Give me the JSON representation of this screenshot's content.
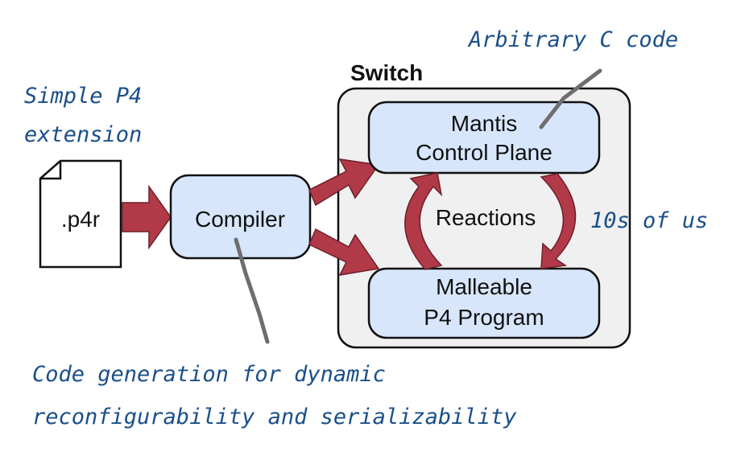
{
  "switch_title": "Switch",
  "file_label": ".p4r",
  "compiler_label": "Compiler",
  "control_plane": {
    "line1": "Mantis",
    "line2": "Control Plane"
  },
  "program": {
    "line1": "Malleable",
    "line2": "P4 Program"
  },
  "reactions_label": "Reactions",
  "annotations": {
    "simple_ext_line1": "Simple P4",
    "simple_ext_line2": "extension",
    "arbitrary_c": "Arbitrary C code",
    "latency": "10s of us",
    "codegen_line1": "Code generation for dynamic",
    "codegen_line2": "reconfigurability and serializability"
  },
  "colors": {
    "box_fill": "#d7e6fb",
    "switch_fill": "#f0f0f0",
    "arrow_fill": "#b23a48",
    "annotation_text": "#1a4f8a"
  }
}
